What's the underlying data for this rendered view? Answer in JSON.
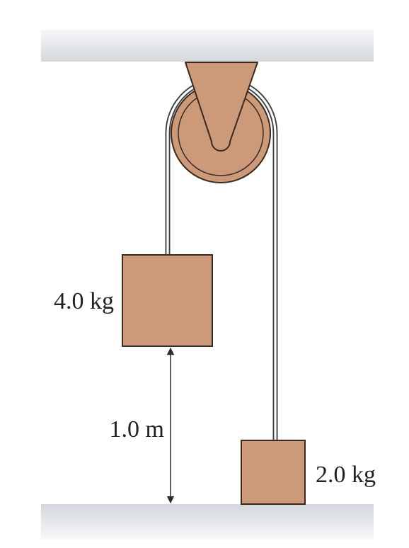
{
  "diagram": {
    "labels": {
      "mass_left": "4.0 kg",
      "mass_right": "2.0 kg",
      "height": "1.0 m"
    },
    "colors": {
      "block_fill": "#cc9a79",
      "block_stroke": "#3a2a22",
      "rope_stroke": "#3f3f3f",
      "rope_inner": "#ffffff",
      "surface_fill": "#d7dbdf",
      "text": "#222222",
      "arrow": "#2b2b2b"
    }
  }
}
